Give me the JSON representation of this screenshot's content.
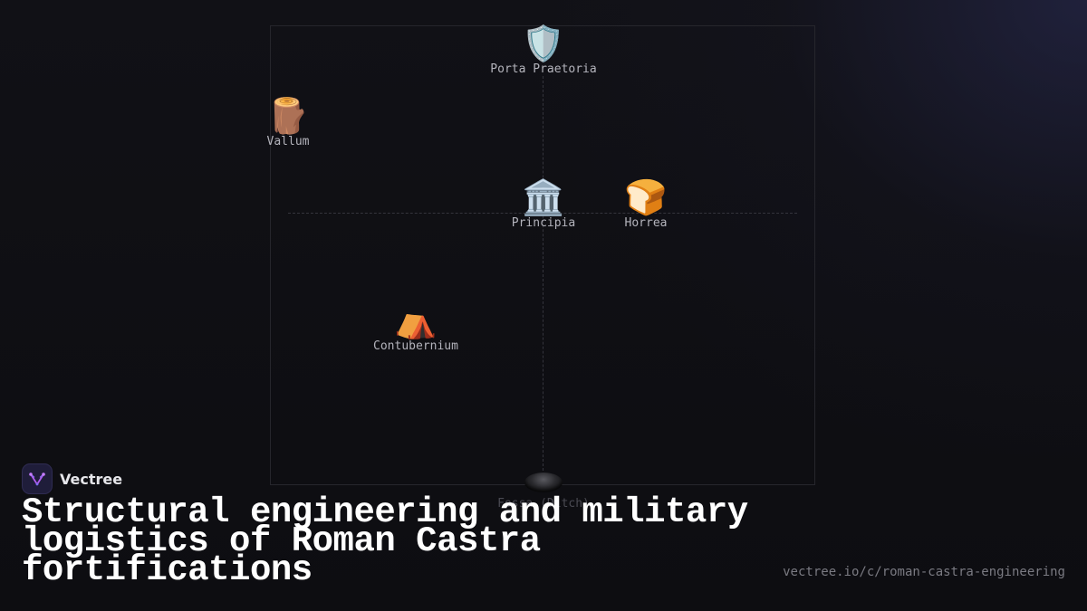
{
  "diagram": {
    "nodes": [
      {
        "id": "porta-praetoria",
        "icon": "shield-icon",
        "glyph": "🛡️",
        "label": "Porta Praetoria"
      },
      {
        "id": "vallum",
        "icon": "log-icon",
        "glyph": "🪵",
        "label": "Vallum"
      },
      {
        "id": "principia",
        "icon": "classical-building-icon",
        "glyph": "🏛️",
        "label": "Principia"
      },
      {
        "id": "horrea",
        "icon": "bread-icon",
        "glyph": "🍞",
        "label": "Horrea"
      },
      {
        "id": "contubernium",
        "icon": "tent-icon",
        "glyph": "⛺",
        "label": "Contubernium"
      },
      {
        "id": "fossa",
        "icon": "hole-icon",
        "glyph": "",
        "label": "Fossa (Ditch)"
      }
    ]
  },
  "brand": {
    "name": "Vectree",
    "accent": "#b05cf0"
  },
  "title": "Structural engineering and military logistics of Roman Castra fortifications",
  "url": "vectree.io/c/roman-castra-engineering"
}
